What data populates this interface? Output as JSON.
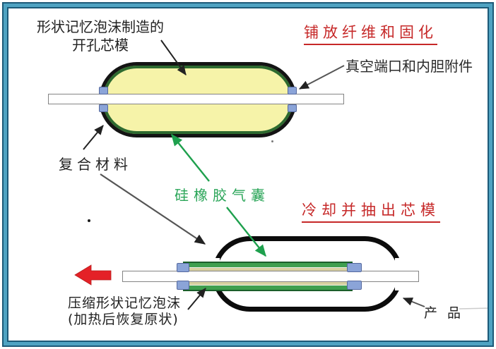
{
  "stage1": {
    "title": "铺放纤维和固化",
    "label_mandrel_line1": "形状记忆泡沫制造的",
    "label_mandrel_line2": "开孔芯模",
    "label_vacuum": "真空端口和内胆附件",
    "label_composite": "复合材料",
    "label_bladder": "硅橡胶气囊"
  },
  "stage2": {
    "title": "冷却并抽出芯模",
    "label_foam_line1": "压缩形状记忆泡沫",
    "label_foam_line2": "(加热后恢复原状)",
    "label_product": "产 品"
  },
  "colors": {
    "frame_teal": "#4fa3c2",
    "frame_dark": "#1d5a78",
    "title_red": "#c62828",
    "label_green": "#2aa558",
    "arrow_green": "#1ea04d",
    "arrow_black": "#222222",
    "foam_yellow": "#f6f3a9",
    "liner_green_dark": "#2e6b30",
    "band_green": "#3f9f4f",
    "band_tan": "#d7d0a0",
    "fitting_blue": "#8ba4d8",
    "extract_arrow_red": "#e42127",
    "shell_black": "#0c0c0c"
  }
}
